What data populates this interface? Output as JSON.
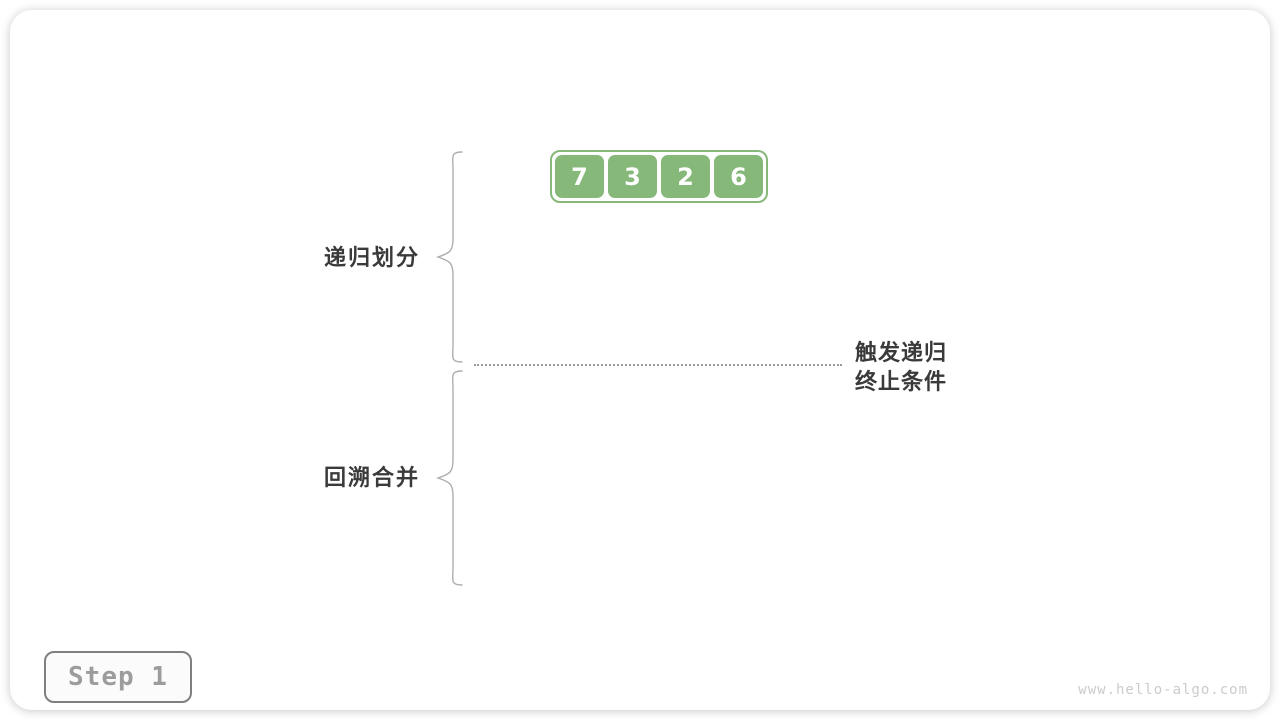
{
  "array": {
    "values": [
      "7",
      "3",
      "2",
      "6"
    ]
  },
  "labels": {
    "recursive_partition": "递归划分",
    "backtrack_merge": "回溯合并",
    "trigger_line1": "触发递归",
    "trigger_line2": "终止条件"
  },
  "step_badge": {
    "label": "Step 1"
  },
  "watermark": "www.hello-algo.com",
  "colors": {
    "cell_green": "#86b87a",
    "label_text": "#3a3a3a",
    "brace_gray": "#aeaeae",
    "dotted_line_gray": "#9a9a9a",
    "step_border": "#7f7f7f",
    "step_text": "#9c9c9c",
    "watermark_gray": "#cbcbcb"
  }
}
